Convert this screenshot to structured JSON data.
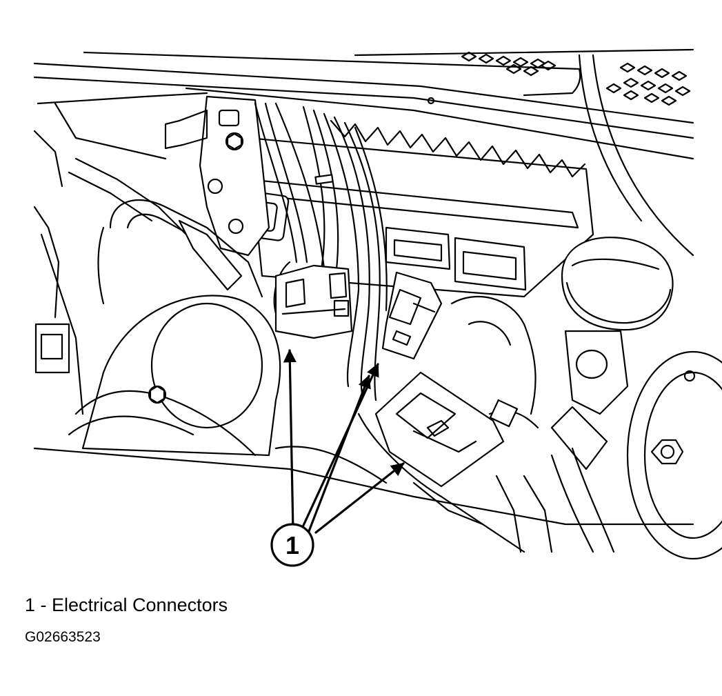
{
  "callout": {
    "number": "1"
  },
  "legend": {
    "text": "1 - Electrical Connectors"
  },
  "figure_id": "G02663523",
  "colors": {
    "line": "#000000",
    "background": "#ffffff"
  }
}
